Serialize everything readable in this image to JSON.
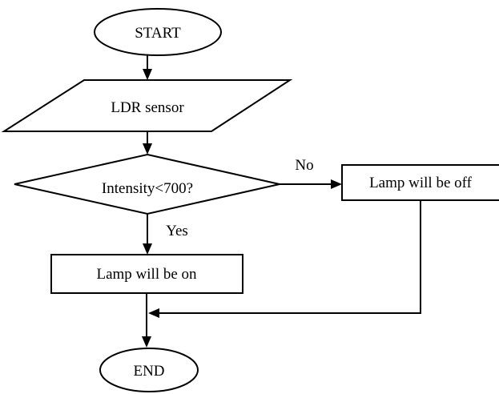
{
  "flowchart": {
    "start_label": "START",
    "input_label": "LDR sensor",
    "decision_label": "Intensity<700?",
    "yes_label": "Yes",
    "no_label": "No",
    "lamp_on_label": "Lamp will be on",
    "lamp_off_label": "Lamp will be off",
    "end_label": "END"
  }
}
